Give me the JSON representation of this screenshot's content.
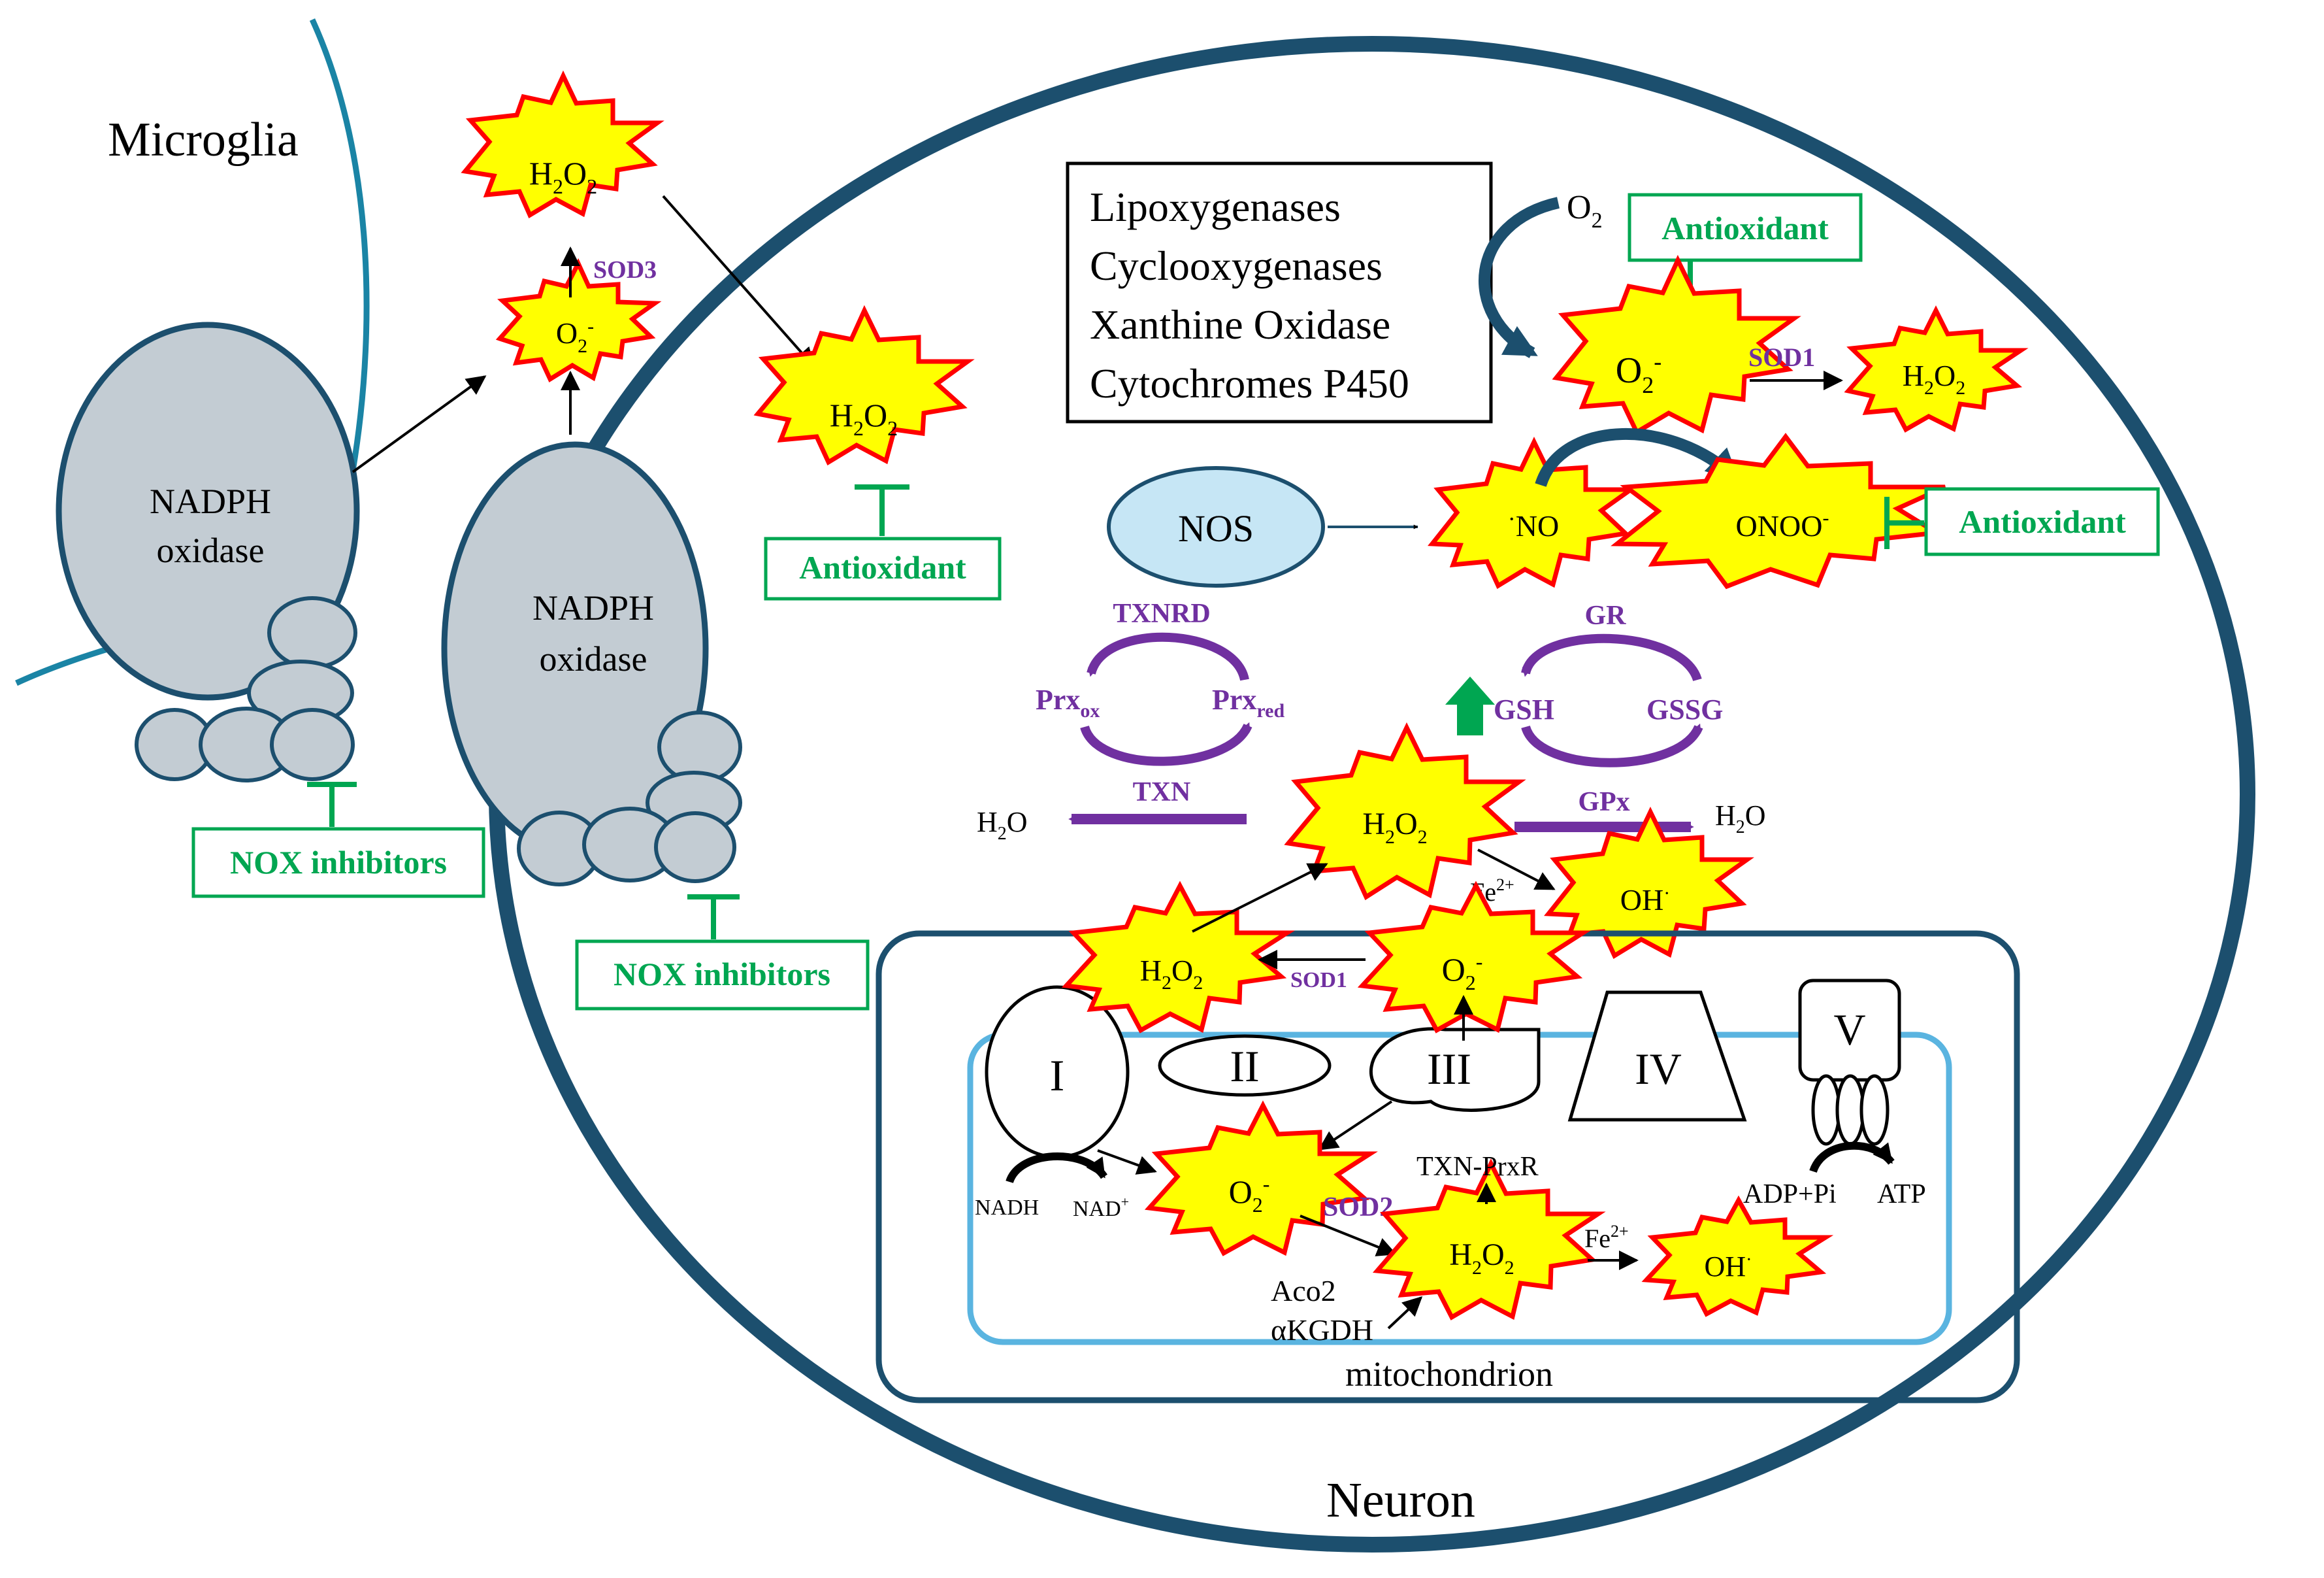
{
  "labels": {
    "microglia": "Microglia",
    "neuron": "Neuron",
    "mitochondrion": "mitochondrion",
    "nadph_line1": "NADPH",
    "nadph_line2": "oxidase",
    "nos": "NOS",
    "o2": "O",
    "o2_sub": "2",
    "enzymes": [
      "Lipoxygenases",
      "Cyclooxygenases",
      "Xanthine Oxidase",
      "Cytochromes P450"
    ],
    "water": "H",
    "water_sub": "2",
    "water_o": "O",
    "fe": "Fe",
    "fe_sup": "2+",
    "h2o2_h": "H",
    "h2o2_o": "O",
    "sub2": "2",
    "superoxide_o": "O",
    "superoxide_sup": "-",
    "no": "NO",
    "no_dot": "·",
    "onoo": "ONOO",
    "onoo_sup": "-",
    "oh": "OH",
    "oh_sup": "·",
    "prx": "Prx",
    "prx_ox": "ox",
    "prx_red": "red",
    "gsh": "GSH",
    "gssg": "GSSG",
    "complex_i": "I",
    "complex_ii": "II",
    "complex_iii": "III",
    "complex_iv": "IV",
    "complex_v": "V",
    "nadh": "NADH",
    "nad": "NAD",
    "nad_sup": "+",
    "adp": "ADP+Pi",
    "atp": "ATP",
    "txn_prxr": "TXN-PrxR",
    "aco2": "Aco2",
    "akgdh": "αKGDH"
  },
  "enzymes": {
    "sod3": "SOD3",
    "sod1": "SOD1",
    "sod2": "SOD2",
    "txnrd": "TXNRD",
    "txn": "TXN",
    "gr": "GR",
    "gpx": "GPx"
  },
  "inhibitors": {
    "antioxidant": "Antioxidant",
    "nox_inhibitors": "NOX inhibitors"
  },
  "colors": {
    "cell_membrane": "#1c4f6e",
    "microglia_membrane": "#1a84a5",
    "mito_inner": "#5ab4e0",
    "inhibitor_green": "#00a651",
    "enzyme_purple": "#7030a0",
    "ros_fill": "#ffff00",
    "ros_stroke": "#ff0000",
    "nadph_fill": "#c3ccd3",
    "nos_fill": "#c6e6f5"
  }
}
